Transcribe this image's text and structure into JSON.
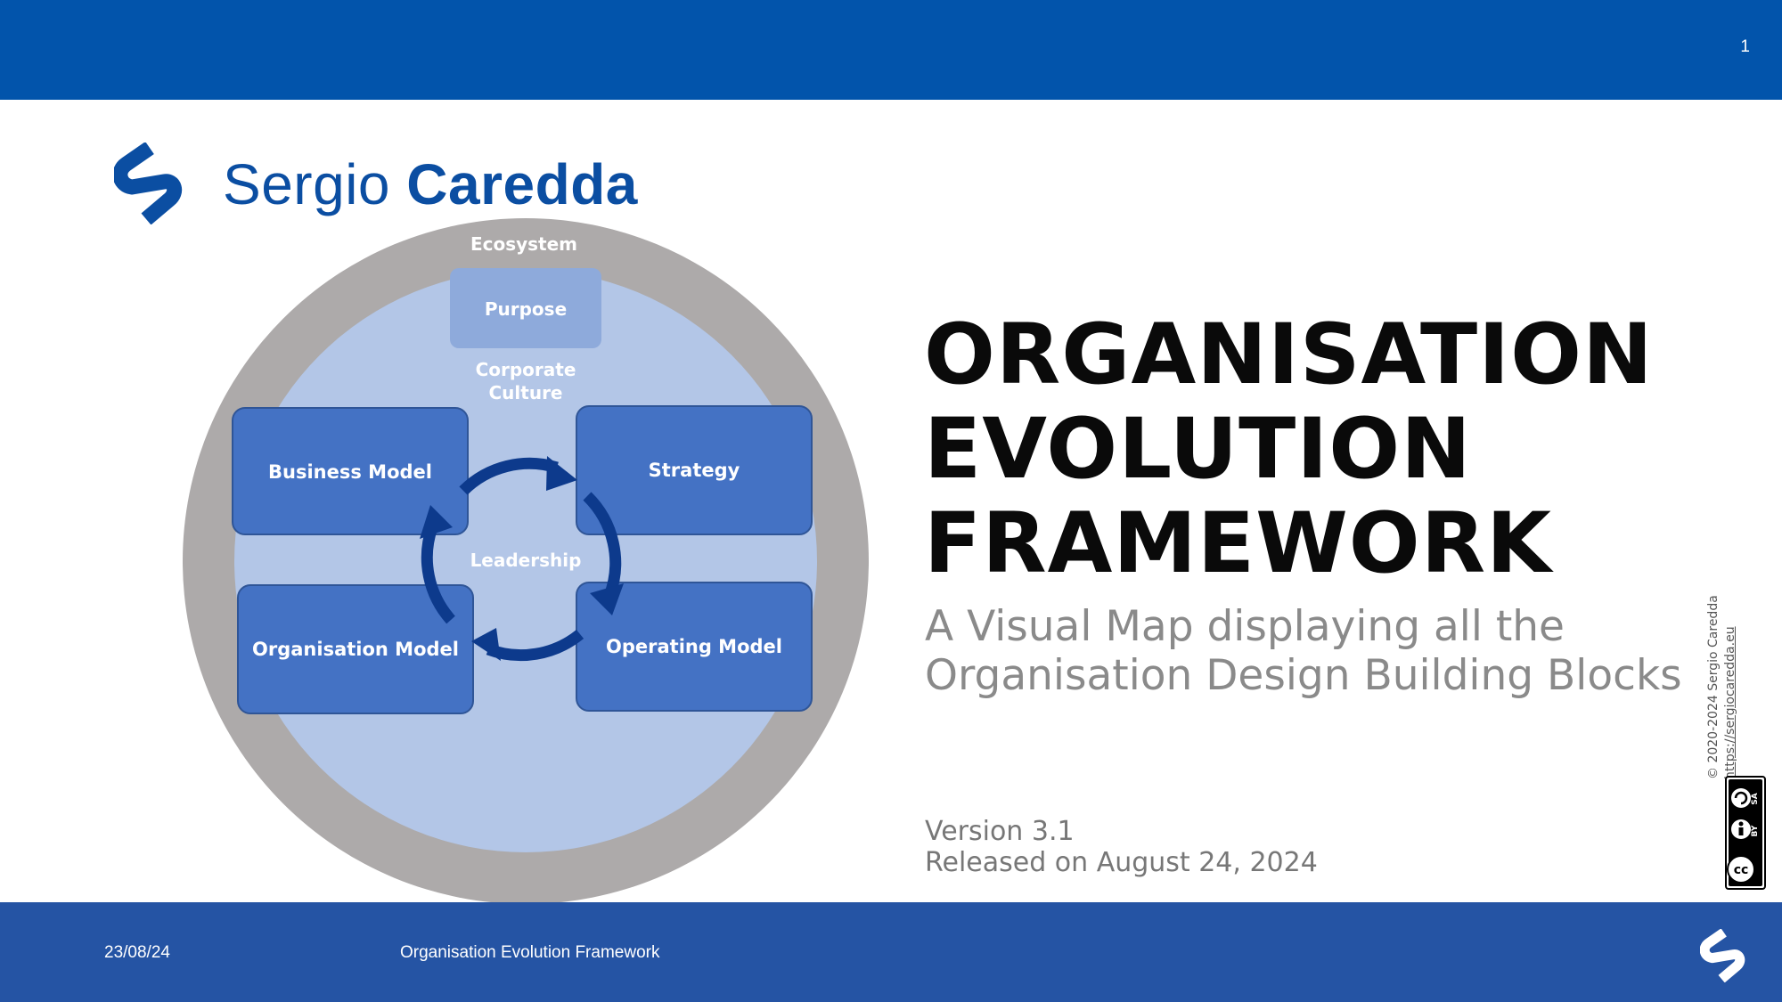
{
  "header": {
    "page_number": "1"
  },
  "logo": {
    "first_name": "Sergio",
    "last_name": "Caredda",
    "mark_icon": "sc-logo-icon",
    "brand_color": "#0b4ea2"
  },
  "diagram": {
    "ecosystem_label": "Ecosystem",
    "purpose_label": "Purpose",
    "culture_label_line1": "Corporate",
    "culture_label_line2": "Culture",
    "business_model_label": "Business Model",
    "strategy_label": "Strategy",
    "leadership_label": "Leadership",
    "organisation_model_label": "Organisation Model",
    "operating_model_label": "Operating Model",
    "cycle_icon": "circular-arrows-icon",
    "colors": {
      "ecosystem_ring": "#adaaaa",
      "inner_circle": "#b3c6e7",
      "purpose_box": "#8eaadb",
      "blocks": "#4472c4",
      "block_border": "#2f5597",
      "arrows": "#0d3a8c"
    }
  },
  "title": {
    "line1": "ORGANISATION",
    "line2": "EVOLUTION",
    "line3": "FRAMEWORK"
  },
  "subtitle": {
    "line1": "A Visual Map displaying all the",
    "line2": "Organisation Design Building Blocks"
  },
  "version": {
    "line1": "Version 3.1",
    "line2": "Released on August 24, 2024"
  },
  "copyright": {
    "line1": "© 2020-2024 Sergio Caredda",
    "line2": "https://sergiocaredda.eu",
    "license_badge_icon": "cc-by-sa-icon",
    "license_by": "BY",
    "license_sa": "SA"
  },
  "footer": {
    "date": "23/08/24",
    "title": "Organisation Evolution Framework",
    "logo_icon": "sc-logo-icon"
  },
  "colors": {
    "top_bar": "#0254ab",
    "bottom_bar": "#2554a4",
    "title_text": "#0a0a0a",
    "subtitle_text": "#8a8a8a"
  }
}
